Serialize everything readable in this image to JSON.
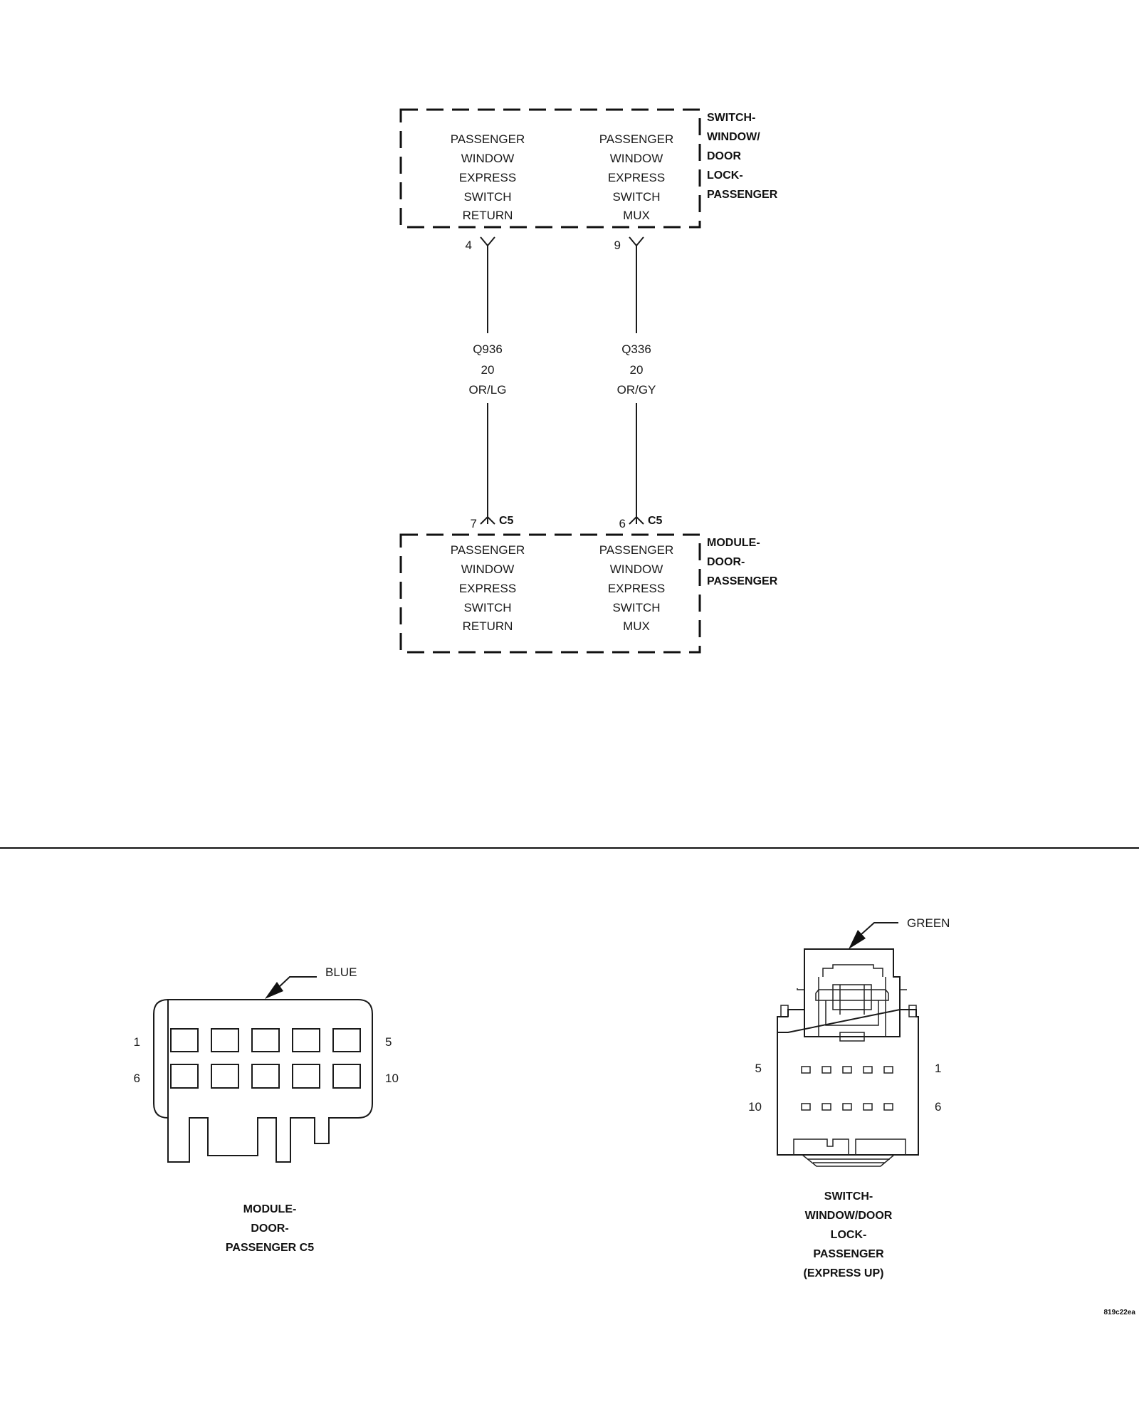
{
  "switch_box": {
    "left_lines": [
      "PASSENGER",
      "WINDOW",
      "EXPRESS",
      "SWITCH",
      "RETURN"
    ],
    "right_lines": [
      "PASSENGER",
      "WINDOW",
      "EXPRESS",
      "SWITCH",
      "MUX"
    ],
    "label_lines": [
      "SWITCH-",
      "WINDOW/",
      "DOOR",
      "LOCK-",
      "PASSENGER"
    ],
    "pin_left": "4",
    "pin_right": "9"
  },
  "wires": [
    {
      "circuit": "Q936",
      "gauge": "20",
      "color": "OR/LG"
    },
    {
      "circuit": "Q336",
      "gauge": "20",
      "color": "OR/GY"
    }
  ],
  "module_box": {
    "left_lines": [
      "PASSENGER",
      "WINDOW",
      "EXPRESS",
      "SWITCH",
      "RETURN"
    ],
    "right_lines": [
      "PASSENGER",
      "WINDOW",
      "EXPRESS",
      "SWITCH",
      "MUX"
    ],
    "label_lines": [
      "MODULE-",
      "DOOR-",
      "PASSENGER"
    ],
    "pin_left": "7",
    "pin_right": "6",
    "connector": "C5"
  },
  "connector_c5": {
    "color_label": "BLUE",
    "pin_top_left": "1",
    "pin_top_right": "5",
    "pin_bottom_left": "6",
    "pin_bottom_right": "10",
    "title_lines": [
      "MODULE-",
      "DOOR-",
      "PASSENGER C5"
    ]
  },
  "connector_switch": {
    "color_label": "GREEN",
    "pin_top_left": "5",
    "pin_top_right": "1",
    "pin_bottom_left": "10",
    "pin_bottom_right": "6",
    "title_lines": [
      "SWITCH-",
      "WINDOW/DOOR",
      "LOCK-",
      "PASSENGER",
      "(EXPRESS UP)"
    ]
  },
  "figure_id": "819c22ea"
}
